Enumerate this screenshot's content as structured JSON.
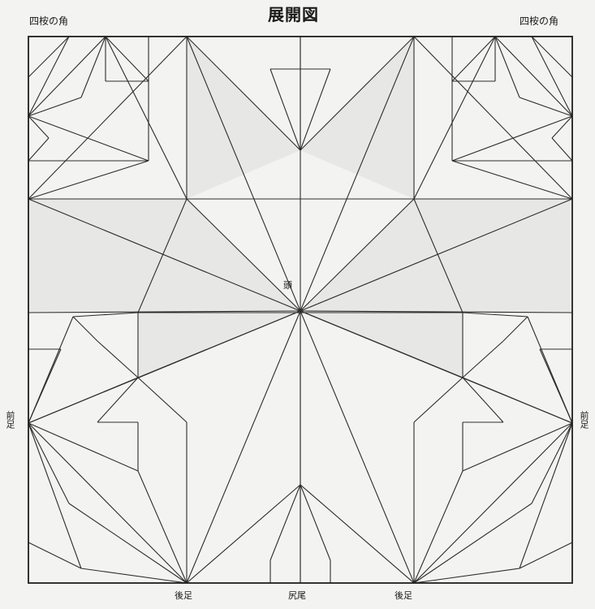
{
  "title": "展開図",
  "labels": {
    "top_left_corner": "四桉の角",
    "top_right_corner": "四桉の角",
    "center": "頭",
    "left_front_foot": "前足",
    "right_front_foot": "前足",
    "bottom_left_hind_foot": "後足",
    "bottom_tail": "尻尾",
    "bottom_right_hind_foot": "後足"
  },
  "colors": {
    "line": "#2c2c2c",
    "background": "#f3f3f2",
    "shade": "#dcdcda"
  }
}
